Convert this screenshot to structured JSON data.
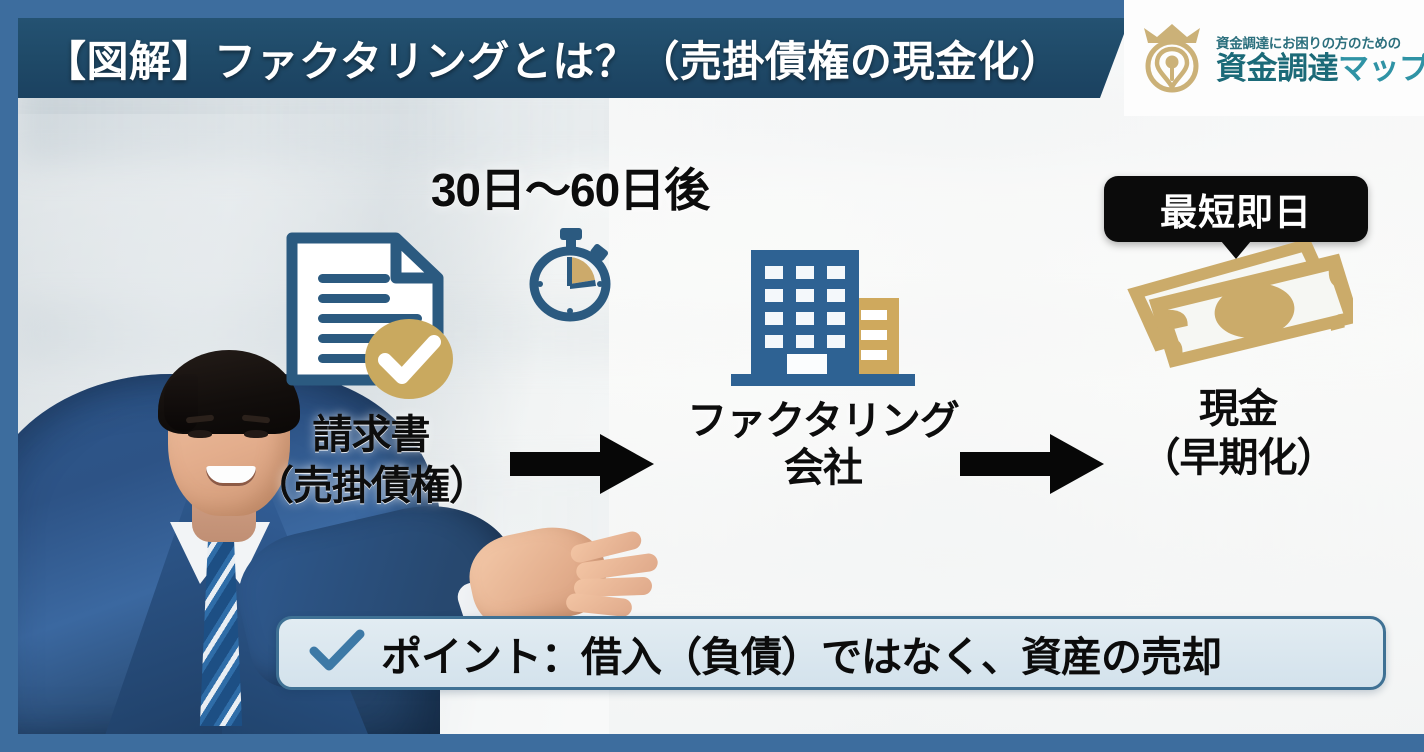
{
  "header": {
    "title": "【図解】ファクタリングとは？（売掛債権の現金化）",
    "gold_accent_color": "#cfa95d",
    "bar_color": "#1f4a68",
    "logo": {
      "sub_text": "資金調達にお困りの方のための",
      "main_text_part1": "資金調達",
      "main_text_part2": "マップ",
      "mark_name": "crown-map-pin-icon",
      "mark_color": "#cbb178",
      "sub_color": "#2b6f7d",
      "main_color": "#1b6a78",
      "kana_color": "#2f93a5"
    }
  },
  "flow": {
    "timer": {
      "caption": "30日〜60日後",
      "icon_name": "stopwatch-icon",
      "body_color": "#2b5a80",
      "sector_color": "#ccaa6b"
    },
    "nodes": [
      {
        "id": "invoice",
        "icon_name": "invoice-document-check-icon",
        "label_line1": "請求書",
        "label_line2": "（売掛債権）",
        "doc_color": "#2b5a80",
        "badge_color": "#c9a95f"
      },
      {
        "id": "factoring-company",
        "icon_name": "office-building-icon",
        "label_line1": "ファクタリング",
        "label_line2": "会社",
        "main_color": "#2e6293",
        "accent_color": "#cfa95d"
      },
      {
        "id": "cash",
        "icon_name": "banknotes-icon",
        "label_line1": "現金",
        "label_line2": "（早期化）",
        "note_color": "#cbab6a"
      }
    ],
    "arrows": [
      {
        "id": "arrow-invoice-to-company",
        "icon_name": "right-arrow-icon",
        "color": "#070707"
      },
      {
        "id": "arrow-company-to-cash",
        "icon_name": "right-arrow-icon",
        "color": "#070707"
      }
    ],
    "badge": {
      "text": "最短即日",
      "bg_color": "#0b0b0b",
      "text_color": "#ffffff"
    }
  },
  "point_banner": {
    "check_icon_name": "check-mark-icon",
    "text": "ポイント：借入（負債）ではなく、資産の売却",
    "bg_color": "#d9e6ef",
    "border_color": "#3f7194",
    "check_color": "#3d79a6"
  },
  "photo": {
    "alt_name": "smiling-businessman-presenting",
    "suit_color": "#2d5386",
    "tie_color": "#2f6da8"
  },
  "frame": {
    "color": "#3d6d9e"
  }
}
